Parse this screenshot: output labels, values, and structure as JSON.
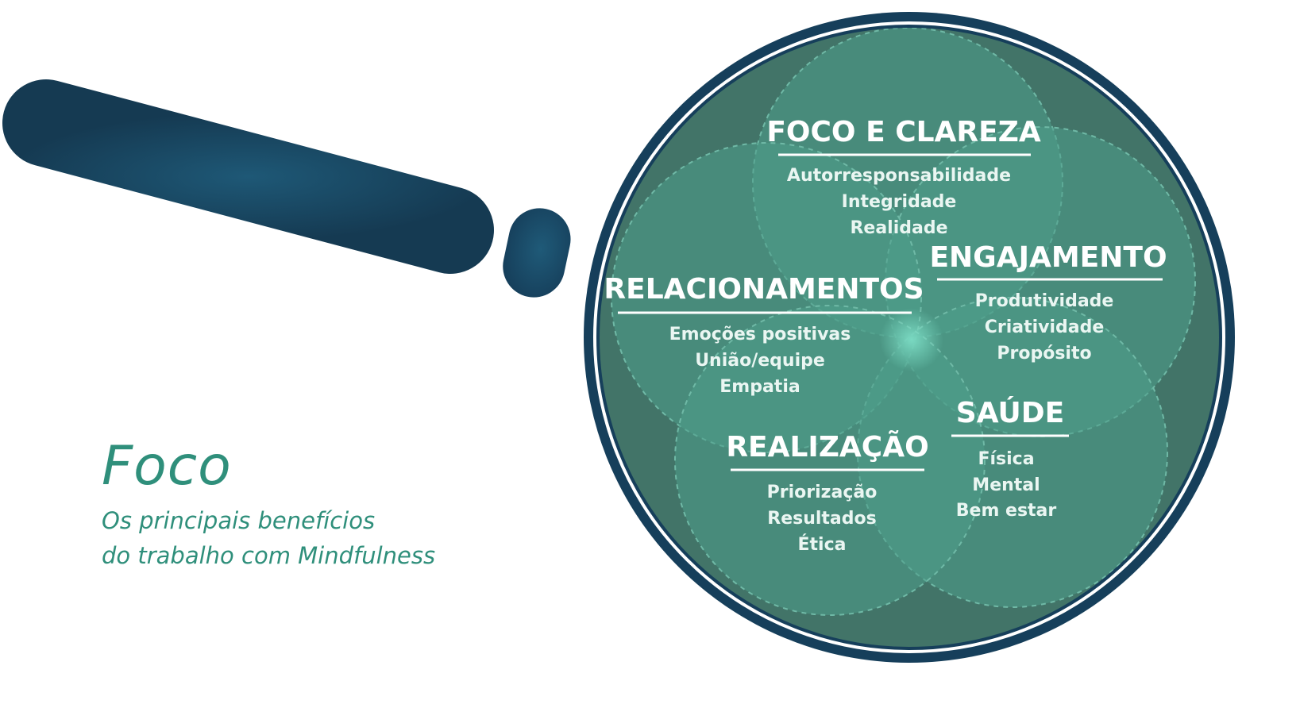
{
  "caption": {
    "title": "Foco",
    "subtitle_line1": "Os principais benefícios",
    "subtitle_line2": "do trabalho com Mindfulness"
  },
  "categories": [
    {
      "key": "foco",
      "title": "FOCO E CLAREZA",
      "items": [
        "Autorresponsabilidade",
        "Integridade",
        "Realidade"
      ]
    },
    {
      "key": "engajamento",
      "title": "ENGAJAMENTO",
      "items": [
        "Produtividade",
        "Criatividade",
        "Propósito"
      ]
    },
    {
      "key": "relacionamentos",
      "title": "RELACIONAMENTOS",
      "items": [
        "Emoções positivas",
        "União/equipe",
        "Empatia"
      ]
    },
    {
      "key": "saude",
      "title": "SAÚDE",
      "items": [
        "Física",
        "Mental",
        "Bem estar"
      ]
    },
    {
      "key": "realizacao",
      "title": "REALIZAÇÃO",
      "items": [
        "Priorização",
        "Resultados",
        "Ética"
      ]
    }
  ],
  "colors": {
    "ring_dark": "#163f5b",
    "lens_fill": "#427468",
    "petal": "#4e9e8a",
    "caption_text": "#2f8f7b",
    "handle_light": "#1e5876",
    "handle_dark": "#153a52"
  }
}
